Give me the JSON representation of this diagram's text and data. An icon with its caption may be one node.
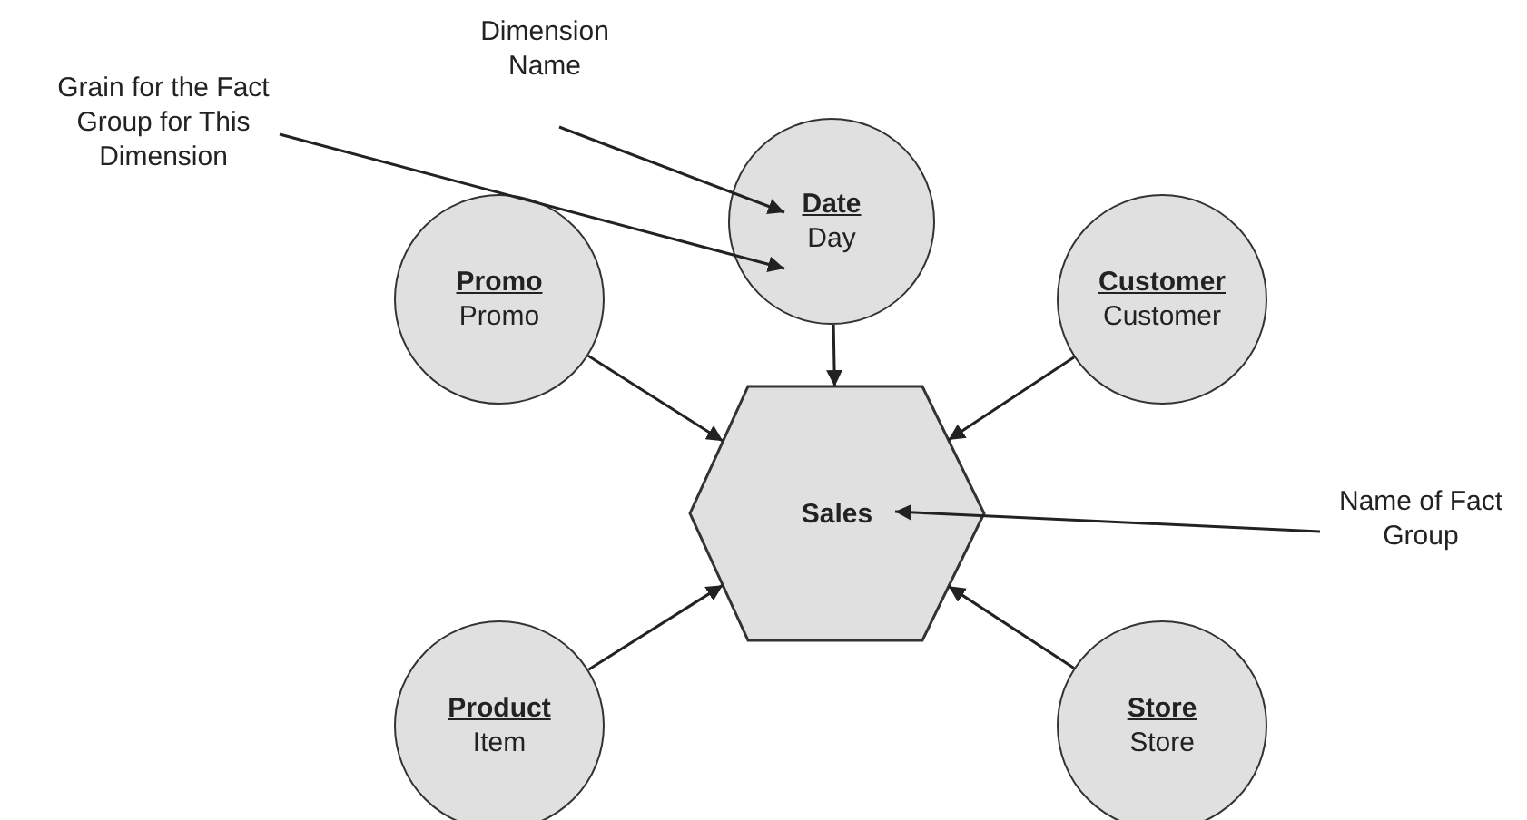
{
  "diagram": {
    "nodes": [
      {
        "text": [
          "Dimension Name"
        ]
      },
      {
        "text": [
          "Grain for the Fact Group for This Dimension"
        ]
      },
      {
        "text": [
          "Date",
          "Day"
        ]
      },
      {
        "text": [
          "Promo",
          "Promo"
        ]
      },
      {
        "text": [
          "Customer",
          "Customer"
        ]
      },
      {
        "text": [
          "Sales"
        ]
      },
      {
        "text": [
          "Name of Fact Group"
        ]
      },
      {
        "text": [
          "Product",
          "Item"
        ]
      },
      {
        "text": [
          "Store",
          "Store"
        ]
      }
    ],
    "edges": [
      {
        "from": 0,
        "to": 2,
        "arrow": "to"
      },
      {
        "from": 1,
        "to": 2,
        "arrow": "to"
      },
      {
        "from": 2,
        "to": 5,
        "arrow": "to"
      },
      {
        "from": 3,
        "to": 5,
        "arrow": "to"
      },
      {
        "from": 4,
        "to": 5,
        "arrow": "to"
      },
      {
        "from": 6,
        "to": 5,
        "arrow": "to"
      },
      {
        "from": 7,
        "to": 5,
        "arrow": "to"
      },
      {
        "from": 8,
        "to": 5,
        "arrow": "to"
      }
    ]
  }
}
